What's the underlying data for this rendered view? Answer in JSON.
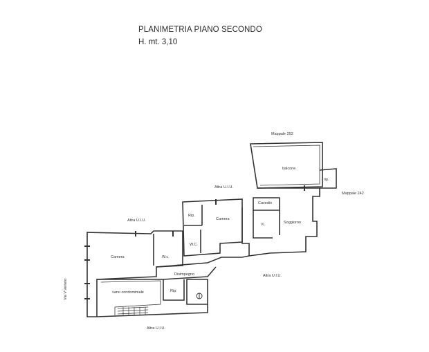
{
  "header": {
    "title": "PLANIMETRIA PIANO SECONDO",
    "height": "H.  mt. 3,10"
  },
  "labels": {
    "mappale_252": "Mappale 252",
    "mappale_242": "Mappale 242",
    "altra_uiu_top": "Altra U.I.U.",
    "altra_uiu_left": "Altra U.I.U.",
    "altra_uiu_right": "Altra U.I.U.",
    "altra_uiu_bottom": "Altra U.I.U.",
    "via": "Via V.Veneto"
  },
  "rooms": {
    "balcone": "balcone",
    "rip_right": "rip.",
    "cavedio": "Cavedio",
    "k": "K.",
    "soggiorno": "Soggiorno",
    "rip_camera": "Rip.",
    "camera": "Camera",
    "wc_camera": "W.C.",
    "wc_left": "W.c.",
    "camera_left": "Camera",
    "disimpegno": "Disimpegno",
    "rip_bottom": "Rip.",
    "vano": "vano condominiale"
  }
}
